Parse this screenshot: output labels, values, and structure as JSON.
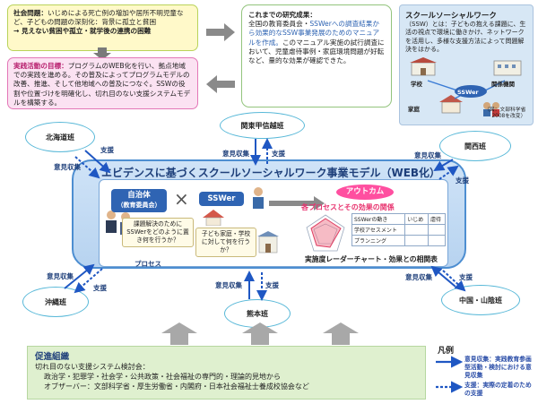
{
  "social_issue": {
    "lead": "社会問題：",
    "text": "いじめによる死亡例の増加や居所不明児童など、子どもの問題の深刻化：背景に孤立と貧困",
    "emphasis": "→ 見えない貧困や孤立・就学後の連携の困難"
  },
  "practice_goal": {
    "lead": "実践活動の目標：",
    "text": "プログラムのWEB化を行い、拠点地域での実践を進める。その普及によってプログラムモデルの改善、推進、そして他地域への普及につなぐ。SSWの役割や位置づけを明確化し、切れ目のない支援システムモデルを構築する。"
  },
  "research": {
    "title": "これまでの研究成果：",
    "text_a": "全国の教育委員会・",
    "text_highlight": "SSWerへの調査結果から効果的なSSW事業発展のためのマニュアルを作成。",
    "text_b": "このマニュアル実施の試行調査において、児童虐待事例・家庭環境問題が好転など、量的な効果が確認できた。"
  },
  "ssw_definition": {
    "title": "スクールソーシャルワーク",
    "text": "（SSW）とは：子どもの抱える課題に、生活の視点で環境に働きかけ、ネットワークを活用し、多様な支援方法によって問題解決をはかる。",
    "nodes": [
      "学校",
      "SSWer",
      "関係機関",
      "家庭"
    ],
    "source": "（図：文部科学省",
    "source_year": "2008を改変）"
  },
  "regions": {
    "hokkaido": "北海道班",
    "kanto": "関東甲信越班",
    "kansai": "関西班",
    "okinawa": "沖縄班",
    "kumamoto": "熊本班",
    "chugoku": "中国・山陰班"
  },
  "arrows": {
    "support": "支援",
    "feedback": "意見収集"
  },
  "model": {
    "title": "エビデンスに基づくスクールソーシャルワーク事業モデル（WEB化）",
    "local_gov": "自治体",
    "local_gov_sub": "（教育委員会）",
    "cross": "×",
    "sswer": "SSWer",
    "q_local": "課題解決のためにSSWerをどのように置き何を行うか？",
    "q_ssw": "子ども家庭・学校に対して何を行うか？",
    "process": "プロセス",
    "outcome": "アウトカム",
    "effect_label": "各プロセスとその効果の関係",
    "table_rows": [
      [
        "SSWerの動き",
        "いじめ",
        "虐待"
      ],
      [
        "学校アセスメント",
        "",
        ""
      ],
      [
        "プランニング",
        "",
        ""
      ]
    ],
    "radar_caption": "実施度レーダーチャート・効果との相関表"
  },
  "promotion": {
    "title": "促進組織",
    "line1": "切れ目のない支援システム検討会：",
    "line2": "政治学・犯罪学・社会学・公共政策・社会福祉の専門的・理論的見地から",
    "line3": "オブザーバー：文部科学省・厚生労働省・内閣府・日本社会福祉士養成校協会など"
  },
  "legend": {
    "title": "凡例",
    "solid": "意見収集：実践教育参画型活動・検討における意見収集",
    "dotted": "支援：実際の定着のための支援"
  }
}
